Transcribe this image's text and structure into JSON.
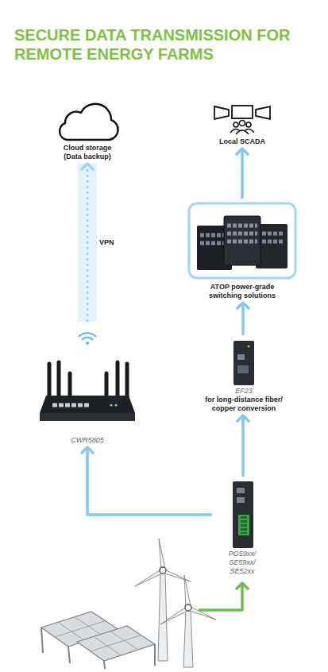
{
  "diagram": {
    "title": "SECURE DATA TRANSMISSION FOR REMOTE ENERGY FARMS",
    "nodes": [
      {
        "text": [
          "Cloud storage (Data backup)"
        ]
      },
      {
        "text": [
          "Local SCADA"
        ]
      },
      {
        "text": [
          "ATOP power-grade switching solutions"
        ]
      },
      {
        "text": [
          "CWR5805"
        ]
      },
      {
        "text": [
          "EF23",
          "for long-distance fiber/ copper conversion"
        ]
      },
      {
        "text": [
          "PG59xx/ SE59xx/ SE52xx"
        ]
      }
    ],
    "edges": [
      {
        "from": 5,
        "to": 4,
        "arrow": "to"
      },
      {
        "from": 4,
        "to": 2,
        "arrow": "to"
      },
      {
        "from": 2,
        "to": 1,
        "arrow": "to"
      },
      {
        "from": 5,
        "to": 3,
        "arrow": "to"
      },
      {
        "from": 3,
        "to": 0,
        "label": "VPN",
        "arrow": "to"
      }
    ]
  }
}
